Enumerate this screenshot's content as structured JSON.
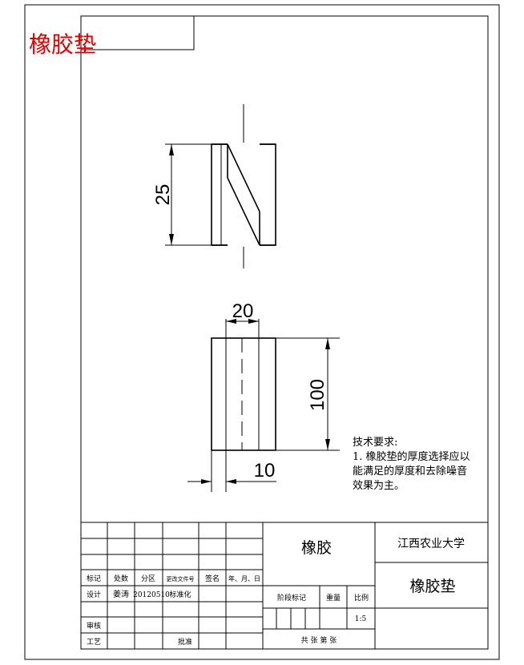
{
  "stamp_title": "橡胶垫",
  "dimensions": {
    "side_height": "25",
    "top_width": "20",
    "front_height": "100",
    "front_width": "10"
  },
  "tech_notes": {
    "heading": "技术要求:",
    "lines": [
      "1. 橡胶垫的厚度选择应以",
      "能满足的厚度和去除噪音",
      "效果为主。"
    ]
  },
  "title_block": {
    "header_labels": [
      "标记",
      "处数",
      "分区",
      "更改文件号",
      "签名",
      "年、月、日"
    ],
    "design_row": {
      "label": "设计",
      "name": "姜涛",
      "date": "20120510",
      "std": "标准化"
    },
    "review_label": "审核",
    "process_label": "工艺",
    "approve_label": "批准",
    "material": "橡胶",
    "school": "江西农业大学",
    "part_name": "橡胶垫",
    "stage_label": "阶段标记",
    "weight_label": "重量",
    "scale_label": "比例",
    "scale_value": "1:5",
    "sheets_label": "共 张 第 张"
  }
}
